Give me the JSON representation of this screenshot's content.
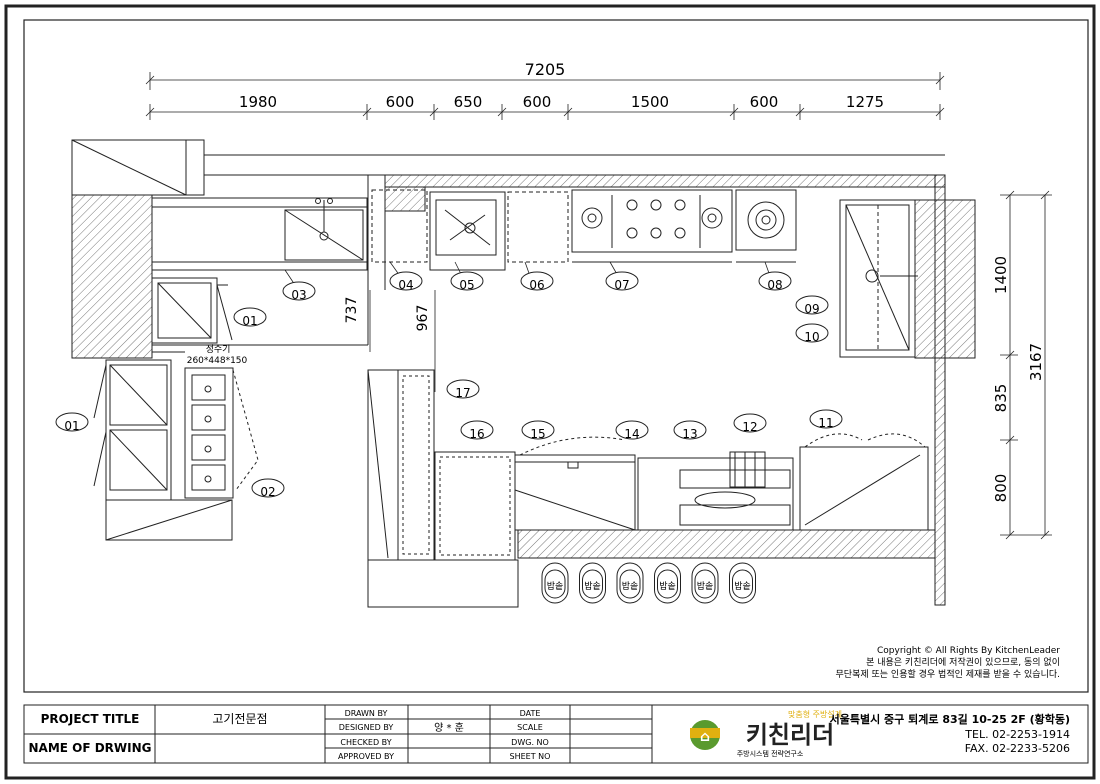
{
  "dimensions": {
    "total": "7205",
    "segments": [
      "1980",
      "600",
      "650",
      "600",
      "1500",
      "600",
      "1275"
    ],
    "right_top": "1400",
    "right_mid": "835",
    "right_bottom": "800",
    "right_total": "3167",
    "inner_a": "737",
    "inner_b": "967"
  },
  "equipment_tags": {
    "t01a": "01",
    "t01b": "01",
    "t02": "02",
    "t03": "03",
    "t04": "04",
    "t05": "05",
    "t06": "06",
    "t07": "07",
    "t08": "08",
    "t09": "09",
    "t10": "10",
    "t11": "11",
    "t12": "12",
    "t13": "13",
    "t14": "14",
    "t15": "15",
    "t16": "16",
    "t17": "17"
  },
  "water_heater": {
    "label": "정수기",
    "size": "260*448*150"
  },
  "seats": [
    "밥솥",
    "밥솥",
    "밥솥",
    "밥솥",
    "밥솥",
    "밥솥"
  ],
  "copyright": [
    "Copyright © All Rights By KitchenLeader",
    "본 내용은 키친리더에 저작권이 있으므로, 동의 없이",
    "무단복제 또는 인용할 경우 법적인 제재를 받을 수 있습니다."
  ],
  "title_block": {
    "project_title_label": "PROJECT TITLE",
    "project_title_value": "고기전문점",
    "drawing_name_label": "NAME OF DRWING",
    "drawn_by": "DRAWN BY",
    "designed_by": "DESIGNED BY",
    "designer": "양 * 훈",
    "checked_by": "CHECKED BY",
    "approved_by": "APPROVED BY",
    "date": "DATE",
    "scale": "SCALE",
    "dwg_no": "DWG. NO",
    "sheet_no": "SHEET NO"
  },
  "company": {
    "tagline": "맞춤형 주방설계",
    "name": "키친리더",
    "subtitle": "주방시스템 전략연구소",
    "address": "서울특별시 중구 퇴계로 83길 10-25 2F (황학동)",
    "tel": "TEL. 02-2253-1914",
    "fax": "FAX. 02-2233-5206"
  },
  "colors": {
    "line": "#1a1a1a",
    "logo_green": "#5a9a2e",
    "logo_yellow": "#e0b010",
    "hatch": "#555555"
  }
}
